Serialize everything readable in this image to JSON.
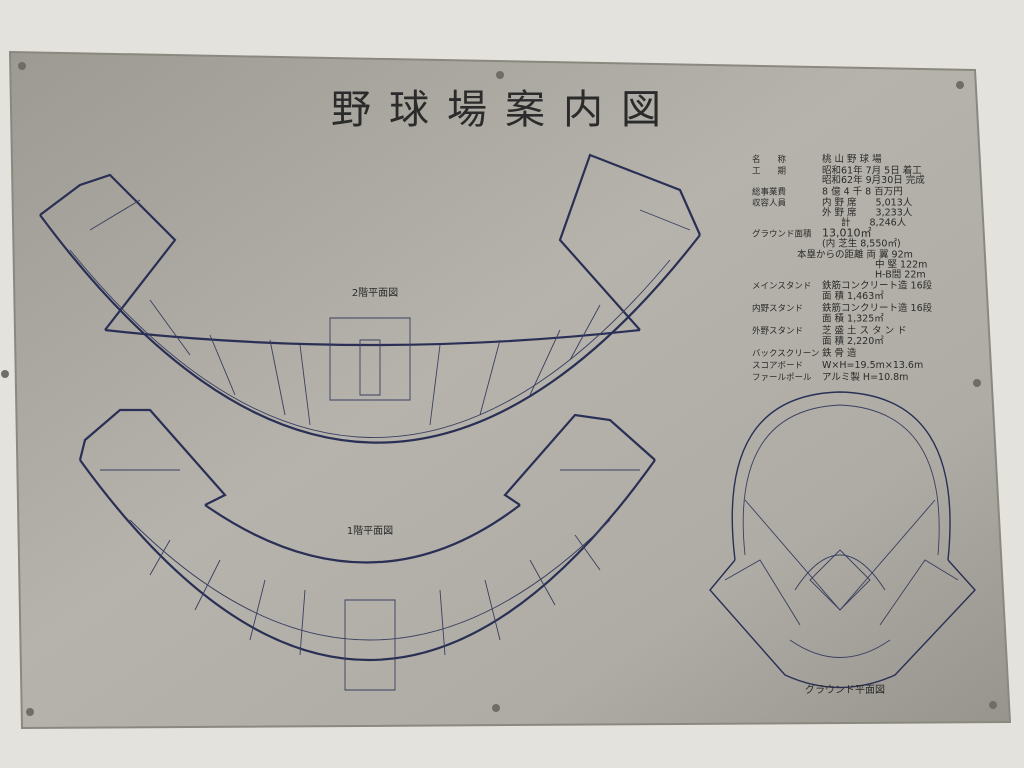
{
  "title": "野球場案内図",
  "plans": {
    "second_floor": "2階平面図",
    "first_floor": "1階平面図",
    "ground": "グラウンド平面図"
  },
  "info": [
    {
      "label": "名　　称",
      "values": [
        "桃 山 野 球 場"
      ]
    },
    {
      "label": "工　　期",
      "values": [
        "昭和61年  7月  5日 着工",
        "昭和62年  9月30日 完成"
      ]
    },
    {
      "label": "総事業費",
      "values": [
        "8 億 4 千 8 百万円"
      ]
    },
    {
      "label": "収容人員",
      "values": [
        "内 野 席　　5,013人",
        "外 野 席　　3,233人",
        "　　計　　8,246人"
      ]
    },
    {
      "label": "グラウンド面積",
      "values": [
        "13,010㎡",
        "(内 芝生  8,550㎡)"
      ]
    },
    {
      "label": "",
      "values": [
        "本塁からの距離 両 翼  92m",
        "中 堅 122m",
        "H-B間  22m"
      ]
    },
    {
      "label": "メインスタンド",
      "values": [
        "鉄筋コンクリート造  16段",
        "面 積  1,463㎡"
      ]
    },
    {
      "label": "内野スタンド",
      "values": [
        "鉄筋コンクリート造  16段",
        "面 積  1,325㎡"
      ]
    },
    {
      "label": "外野スタンド",
      "values": [
        "芝 盛 土 ス タ ン ド",
        "面 積  2,220㎡"
      ]
    },
    {
      "label": "バックスクリーン",
      "values": [
        "鉄 骨 造"
      ]
    },
    {
      "label": "スコアボード",
      "values": [
        "W×H=19.5m×13.6m"
      ]
    },
    {
      "label": "ファールポール",
      "values": [
        "アルミ製  H=10.8m"
      ]
    }
  ],
  "colors": {
    "wall": "#e4e2dc",
    "plaque": "#a9a79f",
    "ink": "#2a2f55"
  }
}
